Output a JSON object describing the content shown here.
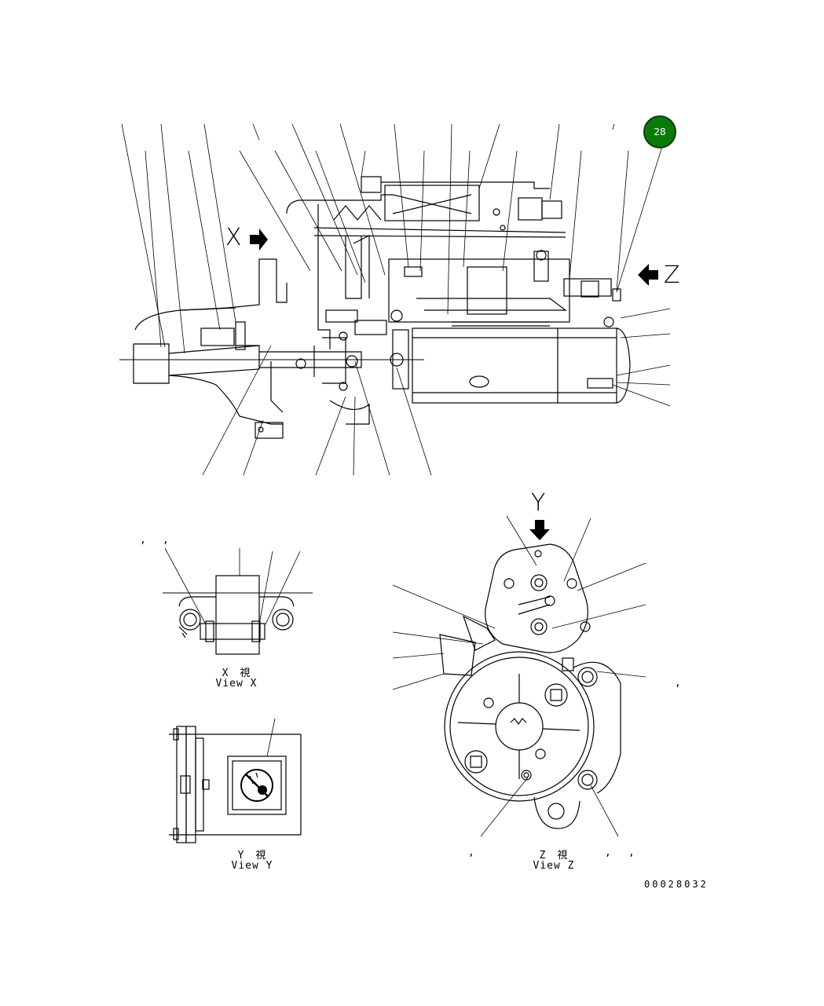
{
  "badge": {
    "label": "28",
    "color": "#0b7a0b"
  },
  "view_markers": {
    "x": "X",
    "z": "Z",
    "y": "Y"
  },
  "views": {
    "x": {
      "jp": "X　視",
      "en": "View X"
    },
    "y": {
      "jp": "Y　視",
      "en": "View Y"
    },
    "z": {
      "jp": "Z　視",
      "en": "View Z"
    }
  },
  "separators": [
    ",",
    ",",
    ",",
    ",",
    ",",
    ","
  ],
  "drawing_number": "00028032",
  "icons": [
    "arrow-right-icon",
    "arrow-left-icon",
    "arrow-down-icon",
    "no-water-icon"
  ]
}
